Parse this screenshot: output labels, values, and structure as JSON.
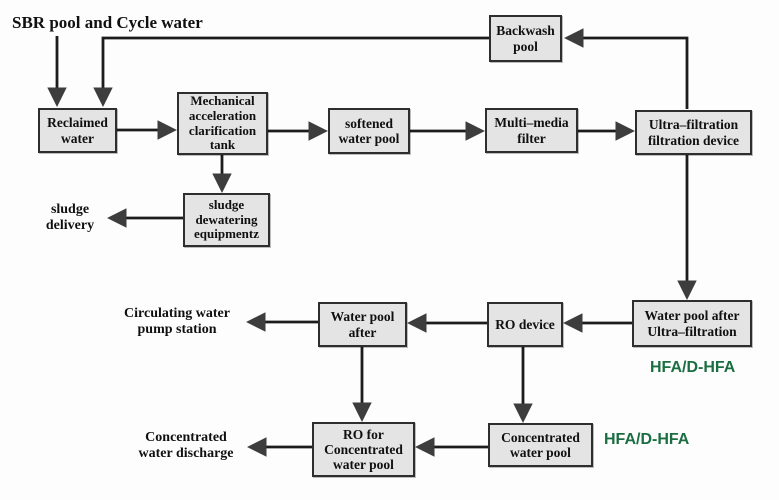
{
  "diagram": {
    "title": "SBR pool and Cycle water",
    "nodes": {
      "backwash_pool": "Backwash\npool",
      "reclaimed_water": "Reclaimed\nwater",
      "mech_tank": "Mechanical\nacceleration\nclarification\ntank",
      "softened_pool": "softened\nwater pool",
      "multi_media_filter": "Multi–media\nfilter",
      "ultra_filtration": "Ultra–filtration\nfiltration device",
      "sludge_dewatering": "sludge\ndewatering\nequipmentz",
      "water_pool_after_uf": "Water pool after\nUltra–filtration",
      "ro_device": "RO device",
      "water_pool_after": "Water pool\nafter",
      "ro_concentrated": "RO for\nConcentrated\nwater pool",
      "concentrated_pool": "Concentrated\nwater pool"
    },
    "endpoints": {
      "sludge_delivery": "sludge\ndelivery",
      "circulating_pump": "Circulating water\npump station",
      "concentrated_discharge": "Concentrated\nwater discharge"
    },
    "annotations": {
      "hfa_upper": "HFA/D-HFA",
      "hfa_lower": "HFA/D-HFA"
    },
    "colors": {
      "annotation_green": "#1b6e42",
      "box_fill": "#e4e4e4",
      "box_border": "#2e2e2e",
      "line_color": "#1c1c1c",
      "arrowhead_color": "#3d3d3d",
      "background": "#fdfdfd"
    }
  }
}
